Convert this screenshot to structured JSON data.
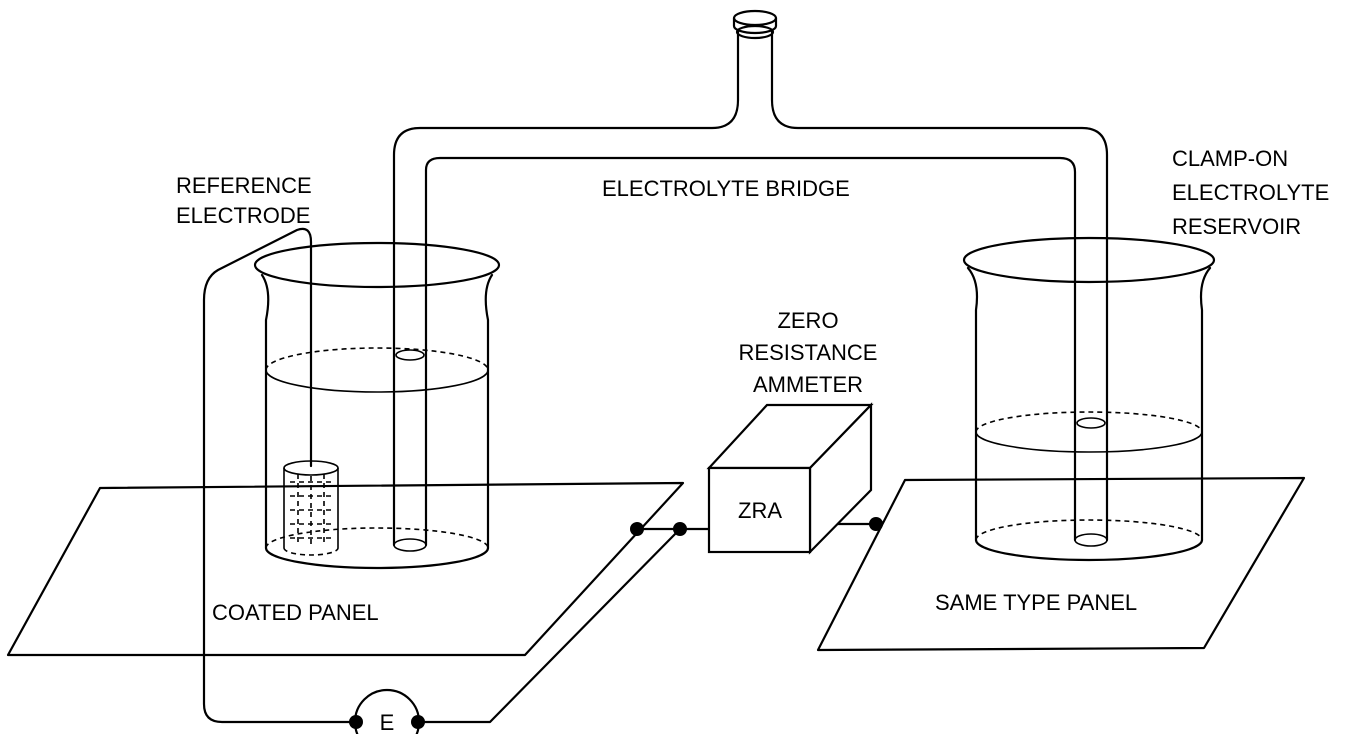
{
  "labels": {
    "reference_electrode": [
      "REFERENCE",
      "ELECTRODE"
    ],
    "electrolyte_bridge": "ELECTROLYTE BRIDGE",
    "reservoir": [
      "CLAMP-ON",
      "ELECTROLYTE",
      "RESERVOIR"
    ],
    "zra_title": [
      "ZERO",
      "RESISTANCE",
      "AMMETER"
    ],
    "zra_box": "ZRA",
    "coated_panel": "COATED PANEL",
    "same_type_panel": "SAME TYPE PANEL",
    "voltmeter": "E"
  }
}
